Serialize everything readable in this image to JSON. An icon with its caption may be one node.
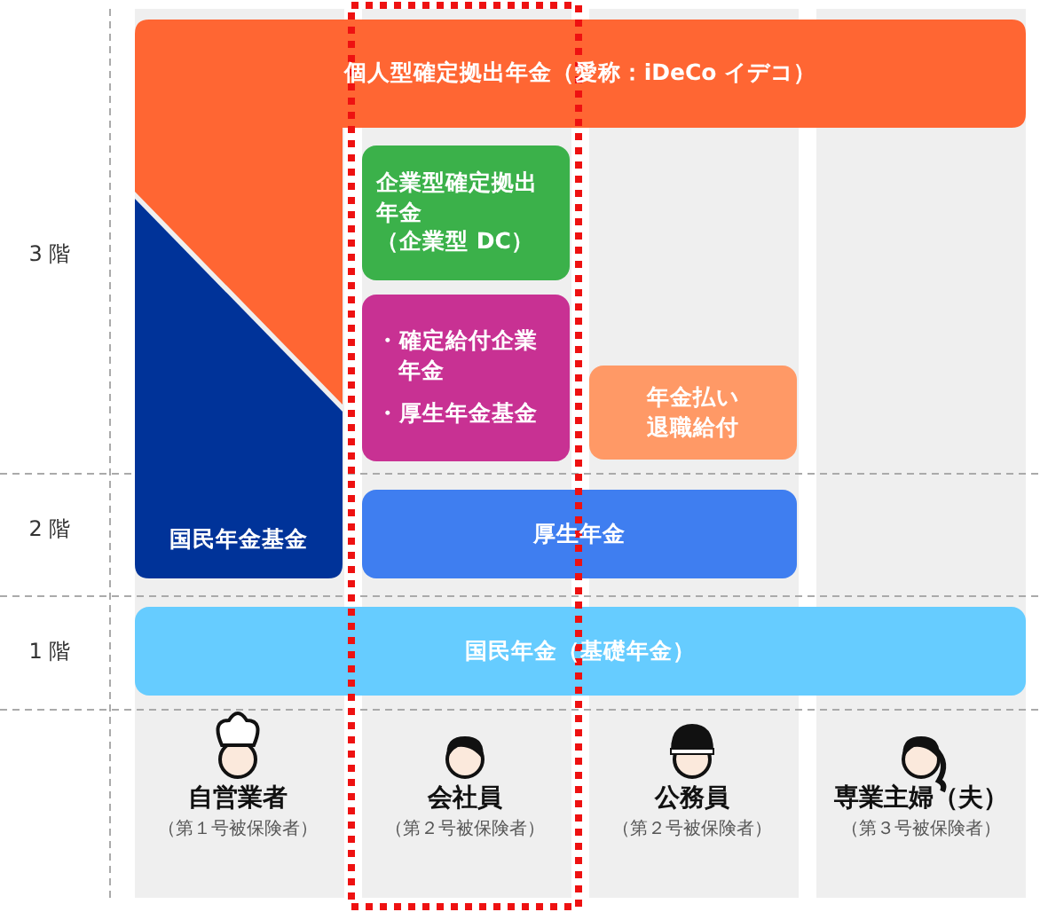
{
  "diagram": {
    "nodes": [
      {
        "text": [
          "個人型確定拠出年金（愛称：iDeCo イデコ）"
        ]
      },
      {
        "text": [
          "企業型確定拠出年金",
          "（企業型 DC）"
        ]
      },
      {
        "text": [
          "・確定給付企業年金",
          "・厚生年金基金"
        ]
      },
      {
        "text": [
          "年金払い退職給付"
        ]
      },
      {
        "text": [
          "国民年金基金"
        ]
      },
      {
        "text": [
          "厚生年金"
        ]
      },
      {
        "text": [
          "国民年金（基礎年金）"
        ]
      }
    ],
    "labels": [
      "3 階",
      "2 階",
      "1 階",
      "自営業者",
      "（第１号被保険者）",
      "会社員",
      "（第２号被保険者）",
      "公務員",
      "（第２号被保険者）",
      "専業主婦（夫）",
      "（第３号被保険者）"
    ]
  }
}
